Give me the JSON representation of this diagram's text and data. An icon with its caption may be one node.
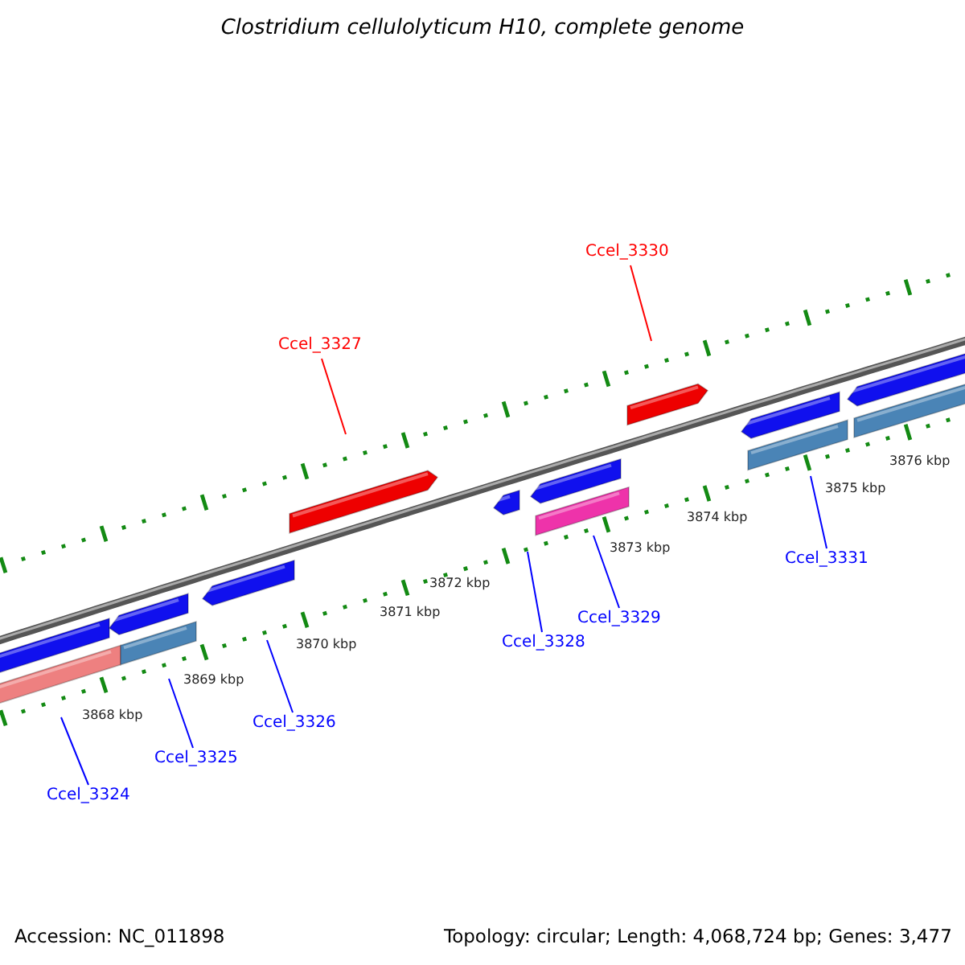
{
  "diagram": {
    "title": "Clostridium cellulolyticum H10, complete genome",
    "nodes": [
      {
        "text": [
          "Ccel_3330"
        ]
      },
      {
        "text": [
          "Ccel_3327"
        ]
      },
      {
        "text": [
          "Ccel_3331"
        ]
      },
      {
        "text": [
          "Ccel_3329"
        ]
      },
      {
        "text": [
          "Ccel_3328"
        ]
      },
      {
        "text": [
          "Ccel_3326"
        ]
      },
      {
        "text": [
          "Ccel_3325"
        ]
      },
      {
        "text": [
          "Ccel_3324"
        ]
      }
    ],
    "edges": [
      {
        "from": 0,
        "to": null,
        "arrow": "none",
        "color": "#ff0000"
      },
      {
        "from": 1,
        "to": null,
        "arrow": "none",
        "color": "#ff0000"
      },
      {
        "from": 2,
        "to": null,
        "arrow": "none"
      },
      {
        "from": 3,
        "to": null,
        "arrow": "none"
      },
      {
        "from": 4,
        "to": null,
        "arrow": "none"
      },
      {
        "from": 5,
        "to": null,
        "arrow": "none"
      },
      {
        "from": 6,
        "to": null,
        "arrow": "none"
      },
      {
        "from": 7,
        "to": null,
        "arrow": "none"
      }
    ],
    "labels": [
      "3876 kbp",
      "3875 kbp",
      "3874 kbp",
      "3873 kbp",
      "3872 kbp",
      "3871 kbp",
      "3870 kbp",
      "3869 kbp",
      "3868 kbp",
      "Accession: NC_011898",
      "Topology: circular; Length: 4,068,724 bp; Genes: 3,477"
    ]
  }
}
